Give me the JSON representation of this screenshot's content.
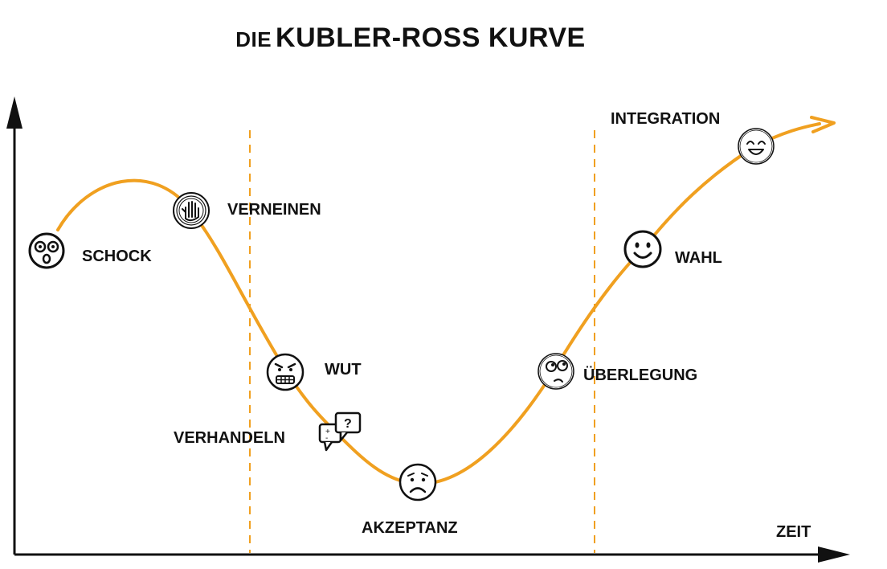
{
  "title": {
    "prefix": "DIE",
    "main": "KUBLER-ROSS KURVE"
  },
  "axis": {
    "x_label": "ZEIT"
  },
  "colors": {
    "curve": "#f0a020",
    "divider": "#f0a020",
    "axis": "#111111",
    "icon_stroke": "#111111"
  },
  "stages": [
    {
      "label": "SCHOCK",
      "icon": "shocked-face-icon"
    },
    {
      "label": "VERNEINEN",
      "icon": "stop-hand-icon"
    },
    {
      "label": "WUT",
      "icon": "angry-face-icon"
    },
    {
      "label": "VERHANDELN",
      "icon": "speech-bubbles-icon"
    },
    {
      "label": "AKZEPTANZ",
      "icon": "sad-face-icon"
    },
    {
      "label": "ÜBERLEGUNG",
      "icon": "thinking-face-icon"
    },
    {
      "label": "WAHL",
      "icon": "smiling-face-icon"
    },
    {
      "label": "INTEGRATION",
      "icon": "happy-face-icon"
    }
  ]
}
